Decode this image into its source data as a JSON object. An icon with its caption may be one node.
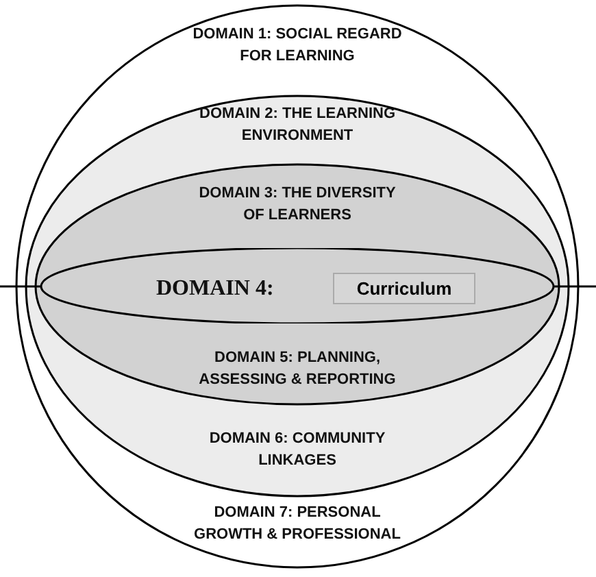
{
  "diagram": {
    "nodes": [
      {
        "text": [
          "DOMAIN 1: SOCIAL REGARD FOR LEARNING"
        ]
      },
      {
        "text": [
          "DOMAIN 2: THE LEARNING ENVIRONMENT"
        ]
      },
      {
        "text": [
          "DOMAIN 3: THE DIVERSITY OF LEARNERS"
        ]
      },
      {
        "text": [
          "DOMAIN 4:"
        ]
      },
      {
        "text": [
          "Curriculum"
        ],
        "in": 3
      },
      {
        "text": [
          "DOMAIN 5: PLANNING, ASSESSING & REPORTING"
        ]
      },
      {
        "text": [
          "DOMAIN 6: COMMUNITY LINKAGES"
        ]
      },
      {
        "text": [
          "DOMAIN 7: PERSONAL GROWTH & PROFESSIONAL"
        ]
      }
    ]
  }
}
